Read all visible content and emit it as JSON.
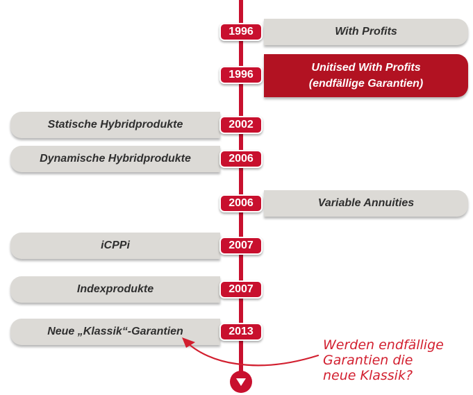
{
  "colors": {
    "accent": "#c8102e",
    "pill": "#dcdad6",
    "highlight": "#b21222",
    "text": "#2f2f2f"
  },
  "events": [
    {
      "year": "1996",
      "label": "With Profits",
      "side": "right",
      "highlight": false
    },
    {
      "year": "1996",
      "label": "Unitised With Profits\n(endfällige Garantien)",
      "side": "right",
      "highlight": true
    },
    {
      "year": "2002",
      "label": "Statische Hybridprodukte",
      "side": "left",
      "highlight": false
    },
    {
      "year": "2006",
      "label": "Dynamische Hybridprodukte",
      "side": "left",
      "highlight": false
    },
    {
      "year": "2006",
      "label": "Variable Annuities",
      "side": "right",
      "highlight": false
    },
    {
      "year": "2007",
      "label": "iCPPi",
      "side": "left",
      "highlight": false
    },
    {
      "year": "2007",
      "label": "Indexprodukte",
      "side": "left",
      "highlight": false
    },
    {
      "year": "2013",
      "label": "Neue „Klassik“-Garantien",
      "side": "left",
      "highlight": false
    }
  ],
  "annotation": {
    "text": "Werden endfällige\nGarantien die\nneue Klassik?"
  },
  "icons": {
    "scroll": "chevron-down-icon"
  }
}
